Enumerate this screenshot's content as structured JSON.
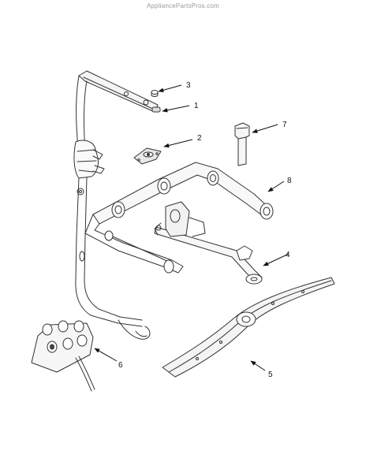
{
  "watermark": "AppliancePartsPros.com",
  "callouts": [
    {
      "id": "callout-1",
      "label": "1"
    },
    {
      "id": "callout-2",
      "label": "2"
    },
    {
      "id": "callout-3",
      "label": "3"
    },
    {
      "id": "callout-4",
      "label": "4"
    },
    {
      "id": "callout-5",
      "label": "5"
    },
    {
      "id": "callout-6",
      "label": "6"
    },
    {
      "id": "callout-7",
      "label": "7"
    },
    {
      "id": "callout-8",
      "label": "8"
    }
  ]
}
